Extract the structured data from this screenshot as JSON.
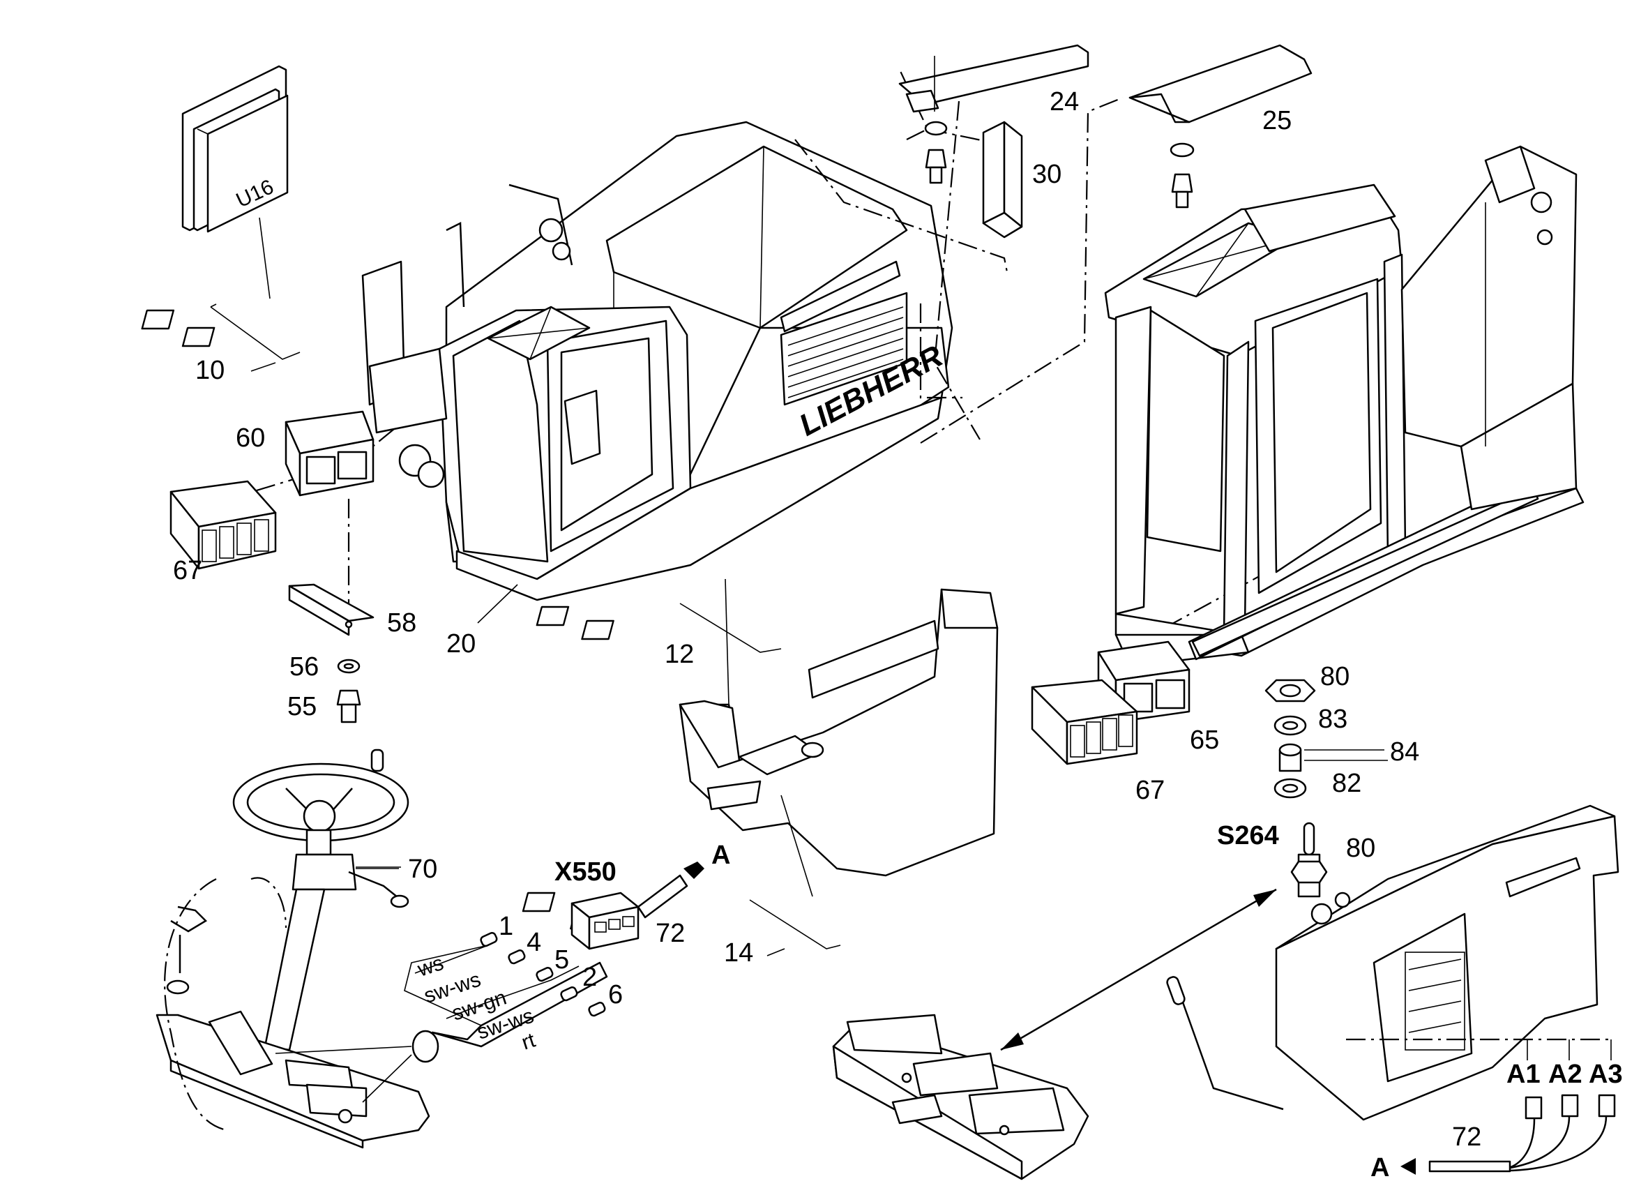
{
  "diagram": {
    "callouts": {
      "c10": "10",
      "c12": "12",
      "c14": "14",
      "c20": "20",
      "c24": "24",
      "c25": "25",
      "c30": "30",
      "c55": "55",
      "c56": "56",
      "c58": "58",
      "c60": "60",
      "c65": "65",
      "c67a": "67",
      "c67b": "67",
      "c70": "70",
      "c72a": "72",
      "c72b": "72",
      "c80a": "80",
      "c80b": "80",
      "c82": "82",
      "c83": "83",
      "c84": "84",
      "c1": "1",
      "c2": "2",
      "c4": "4",
      "c5": "5",
      "c6": "6"
    },
    "component_labels": {
      "u16": "U16",
      "x550": "X550",
      "s264": "S264",
      "brand": "LIEBHERR",
      "arrow_a_top": "A",
      "arrow_a_bottom": "A",
      "a1": "A1",
      "a2": "A2",
      "a3": "A3"
    },
    "wire_colors": {
      "ws": "ws",
      "sw_ws_1": "sw-ws",
      "sw_gn": "sw-gn",
      "sw_ws_2": "sw-ws",
      "rt": "rt"
    }
  }
}
